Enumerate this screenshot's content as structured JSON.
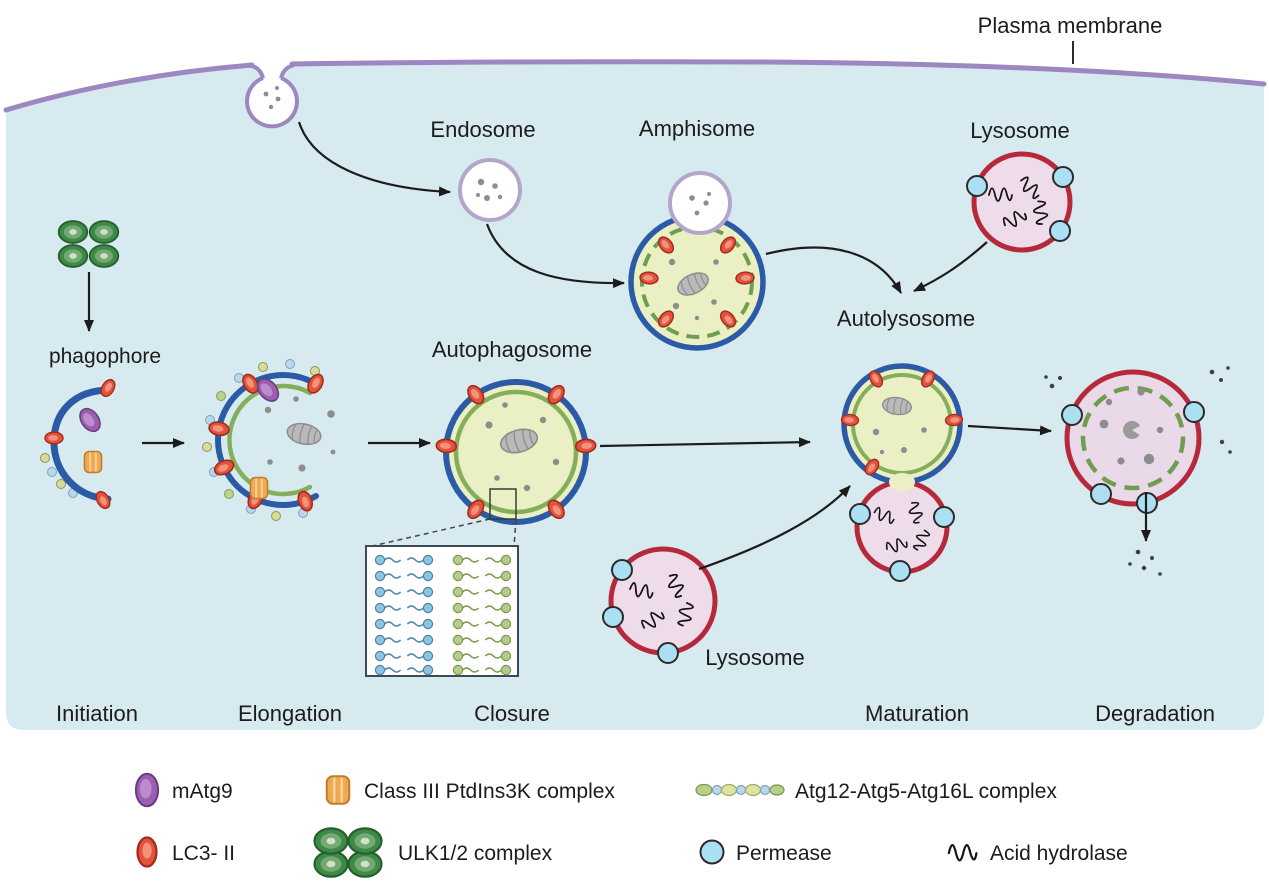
{
  "labels": {
    "plasma_membrane": "Plasma membrane",
    "endosome": "Endosome",
    "amphisome": "Amphisome",
    "lysosome_top": "Lysosome",
    "autophagosome": "Autophagosome",
    "autolysosome": "Autolysosome",
    "phagophore": "phagophore",
    "lysosome_bottom": "Lysosome"
  },
  "stages": [
    {
      "label": "Initiation"
    },
    {
      "label": "Elongation"
    },
    {
      "label": "Closure"
    },
    {
      "label": "Maturation"
    },
    {
      "label": "Degradation"
    }
  ],
  "legend": {
    "items": [
      {
        "icon": "matg9-icon",
        "label": "mAtg9"
      },
      {
        "icon": "ptdins3k-complex-icon",
        "label": "Class III PtdIns3K complex"
      },
      {
        "icon": "atg12-atg5-atg16l-complex-icon",
        "label": "Atg12-Atg5-Atg16L complex"
      },
      {
        "icon": "lc3-ii-icon",
        "label": "LC3- II"
      },
      {
        "icon": "ulk12-complex-icon",
        "label": "ULK1/2 complex"
      },
      {
        "icon": "permease-icon",
        "label": "Permease"
      },
      {
        "icon": "acid-hydrolase-icon",
        "label": "Acid hydrolase"
      }
    ]
  },
  "colors": {
    "background": "#d7eaef",
    "plasma_membrane": "#9d87c1",
    "autophagosome_membrane": "#2b5ba6",
    "inner_membrane_green": "#85ae5c",
    "lumen_yellow": "#eaf0c4",
    "lysosome_membrane": "#b5293a",
    "lysosome_lumen": "#eedcea",
    "lc3": "#e4523c",
    "matg9": "#9b5fb0",
    "ptdins3k": "#f1a951",
    "ulk": "#3e8a49",
    "permease": "#abdff2",
    "cargo_gray": "#8d8d8d"
  }
}
